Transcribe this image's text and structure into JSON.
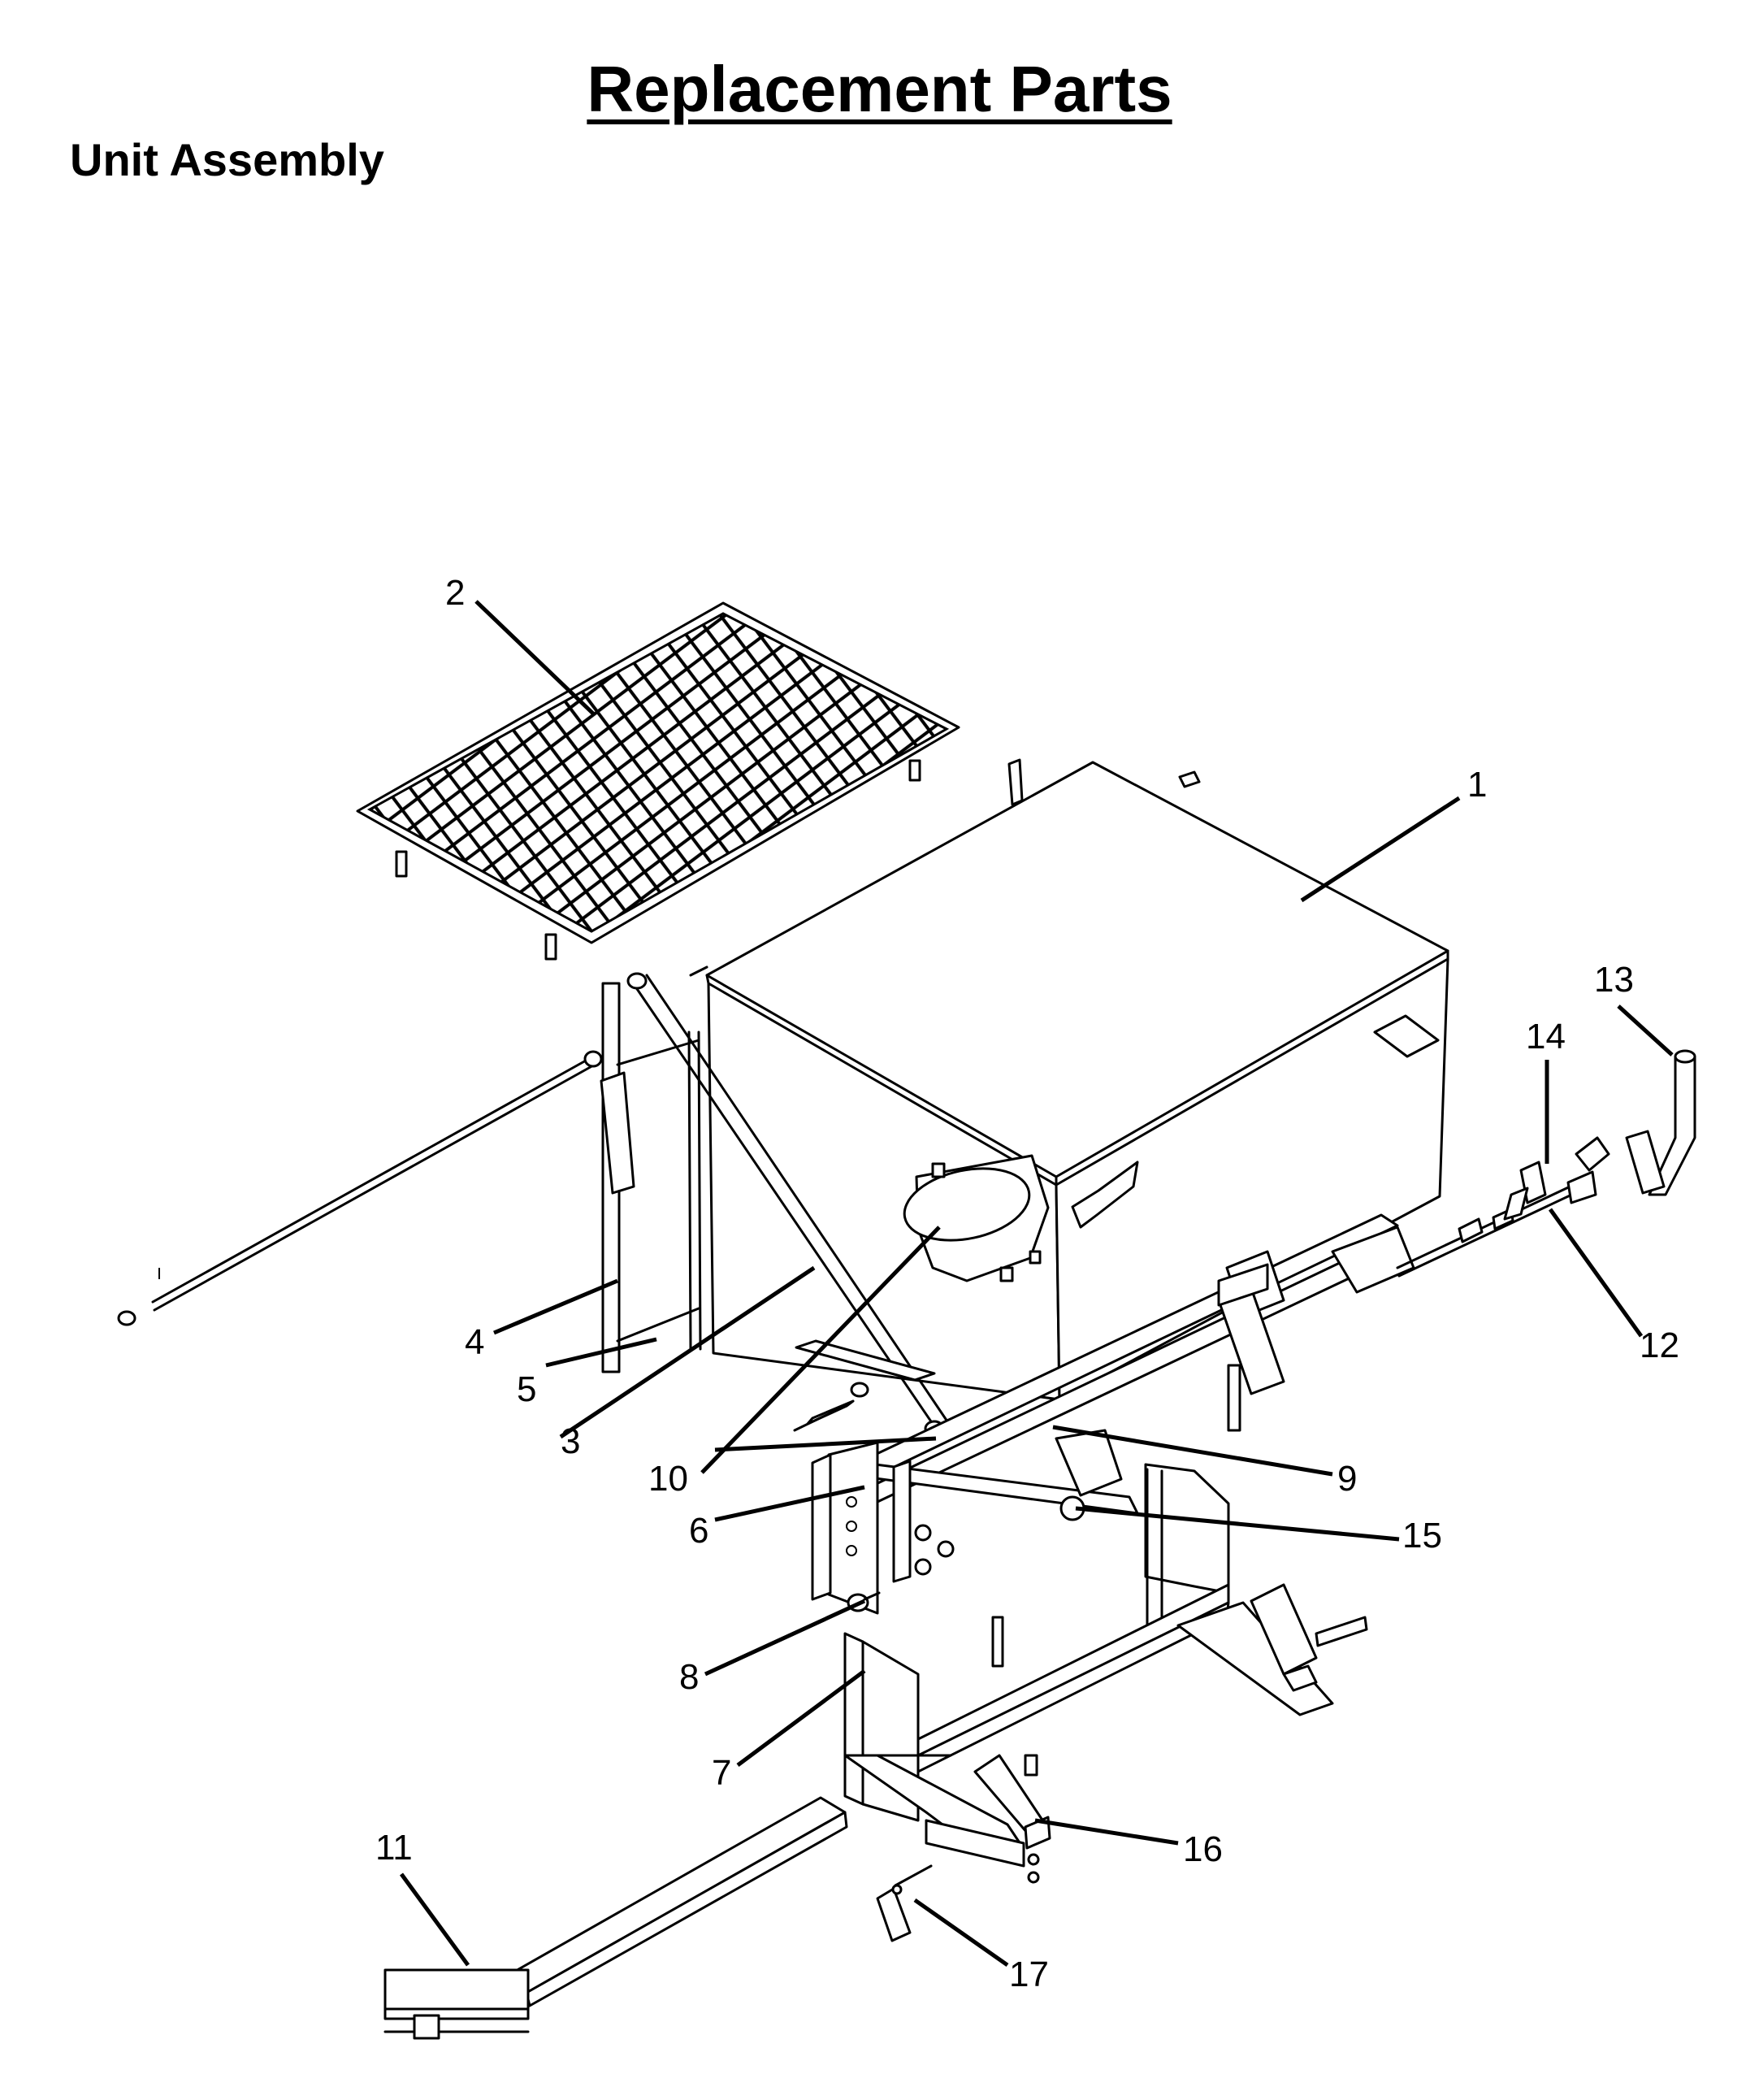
{
  "page": {
    "title": "Replacement Parts",
    "subtitle": "Unit Assembly"
  },
  "callouts": [
    {
      "label": "1"
    },
    {
      "label": "2"
    },
    {
      "label": "3"
    },
    {
      "label": "4"
    },
    {
      "label": "5"
    },
    {
      "label": "6"
    },
    {
      "label": "7"
    },
    {
      "label": "8"
    },
    {
      "label": "9"
    },
    {
      "label": "10"
    },
    {
      "label": "11"
    },
    {
      "label": "12"
    },
    {
      "label": "13"
    },
    {
      "label": "14"
    },
    {
      "label": "15"
    },
    {
      "label": "16"
    },
    {
      "label": "17"
    }
  ]
}
